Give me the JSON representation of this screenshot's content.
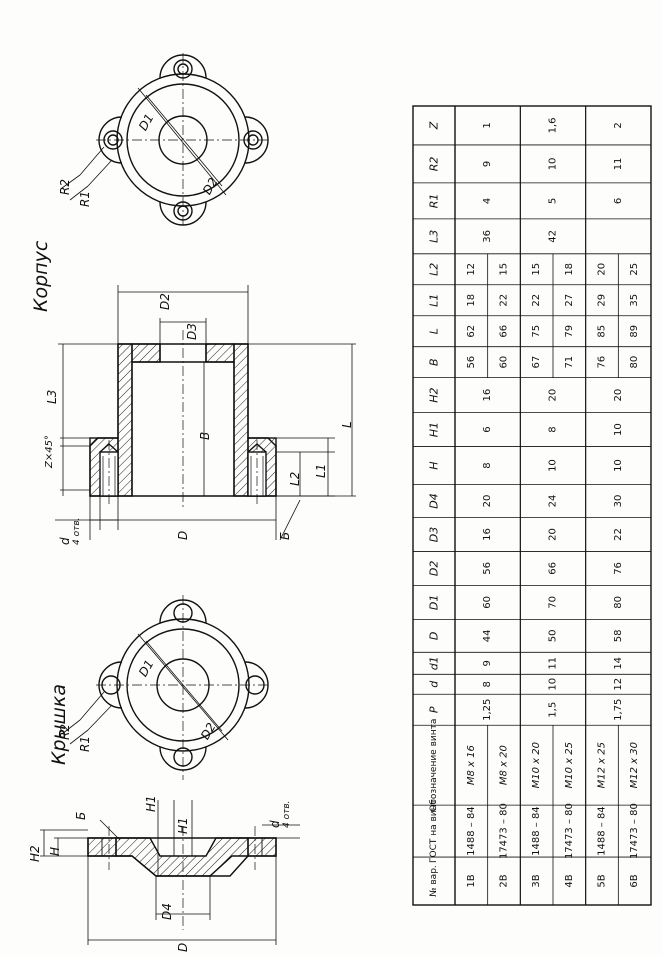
{
  "titles": {
    "cover": "Крышка",
    "body": "Корпус"
  },
  "labels": {
    "cover": {
      "R2": "R2",
      "R1": "R1",
      "D1": "D1",
      "D2": "D2",
      "B": "Б",
      "H": "H",
      "H1a": "H1",
      "H1b": "H1",
      "H2": "H2",
      "D4": "D4",
      "D": "D",
      "d": "d",
      "d_note": "4 отв."
    },
    "body": {
      "R2": "R2",
      "R1": "R1",
      "D1": "D1",
      "D2": "D2",
      "L3": "L3",
      "Z45": "Z×45°",
      "d": "d",
      "d_note": "4 отв.",
      "D3": "D3",
      "D2b": "D2",
      "B": "В",
      "D": "D",
      "L": "L",
      "L1": "L1",
      "L2": "L2",
      "Bb": "Б"
    }
  },
  "table": {
    "headers": [
      "№ вар.",
      "ГОСТ на винт",
      "Обозначение винта",
      "P",
      "d",
      "d1",
      "D",
      "D1",
      "D2",
      "D3",
      "D4",
      "H",
      "H1",
      "H2",
      "B",
      "L",
      "L1",
      "L2",
      "L3",
      "R1",
      "R2",
      "Z"
    ],
    "rows": [
      [
        "1В",
        "1488 – 84",
        "M8 x 16",
        "1,25",
        "8",
        "9",
        "44",
        "60",
        "56",
        "16",
        "20",
        "8",
        "6",
        "16",
        "56",
        "62",
        "18",
        "12",
        "36",
        "4",
        "9",
        "1"
      ],
      [
        "2В",
        "17473 – 80",
        "M8 x 20",
        "",
        "",
        "",
        "",
        "",
        "",
        "",
        "",
        "",
        "",
        "",
        "60",
        "66",
        "22",
        "15",
        "",
        "",
        "",
        ""
      ],
      [
        "3В",
        "1488 – 84",
        "M10 x 20",
        "1,5",
        "10",
        "11",
        "50",
        "70",
        "66",
        "20",
        "24",
        "10",
        "8",
        "20",
        "67",
        "75",
        "22",
        "15",
        "42",
        "5",
        "10",
        "1,6"
      ],
      [
        "4В",
        "17473 – 80",
        "M10 x 25",
        "",
        "",
        "",
        "",
        "",
        "",
        "",
        "",
        "",
        "",
        "",
        "71",
        "79",
        "27",
        "18",
        "",
        "",
        "",
        ""
      ],
      [
        "5В",
        "1488 – 84",
        "M12 x 25",
        "1,75",
        "12",
        "14",
        "58",
        "80",
        "76",
        "22",
        "30",
        "10",
        "10",
        "20",
        "76",
        "85",
        "29",
        "20",
        "",
        "6",
        "11",
        "2"
      ],
      [
        "6В",
        "17473 – 80",
        "M12 x 30",
        "",
        "",
        "",
        "",
        "",
        "",
        "",
        "",
        "",
        "",
        "",
        "80",
        "89",
        "35",
        "25",
        "",
        "",
        "",
        ""
      ]
    ]
  }
}
